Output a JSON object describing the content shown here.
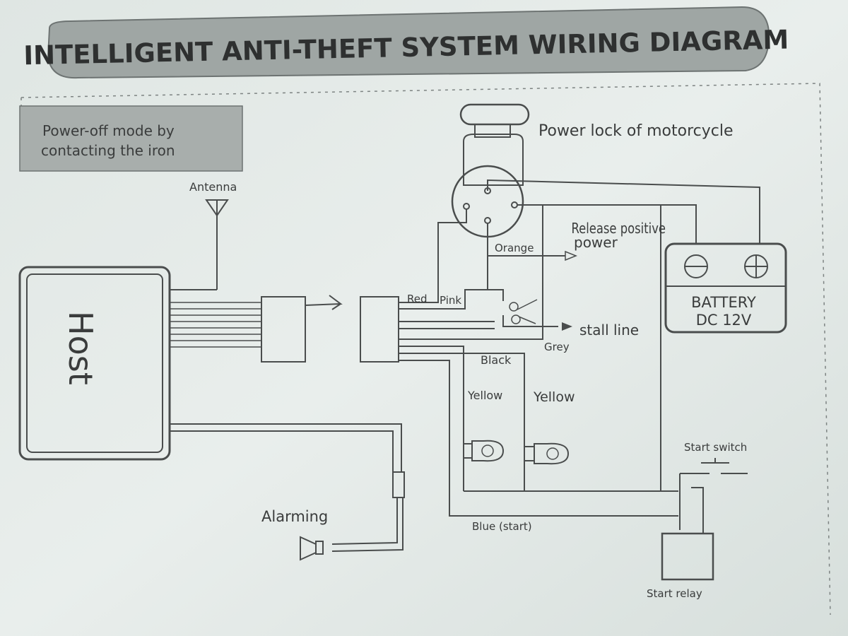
{
  "title": "INTELLIGENT ANTI-THEFT SYSTEM WIRING DIAGRAM",
  "mode_label_line1": "Power-off mode by",
  "mode_label_line2": "contacting the iron",
  "antenna": "Antenna",
  "host": "Host",
  "power_lock": "Power lock of motorcycle",
  "release_line1": "Release positive",
  "release_line2": "power",
  "battery_line1": "BATTERY",
  "battery_line2": "DC 12V",
  "wires": {
    "orange": "Orange",
    "red": "Red",
    "pink": "Pink",
    "stall": "stall line",
    "grey": "Grey",
    "black": "Black",
    "yellow_left": "Yellow",
    "yellow_right": "Yellow",
    "blue": "Blue (start)"
  },
  "start_switch": "Start switch",
  "start_relay": "Start relay",
  "alarming": "Alarming",
  "colors": {
    "paper": "#e6ecea",
    "ink": "#4a4d4d",
    "banner": "#9fa6a4",
    "label_box": "#a8aeac"
  }
}
